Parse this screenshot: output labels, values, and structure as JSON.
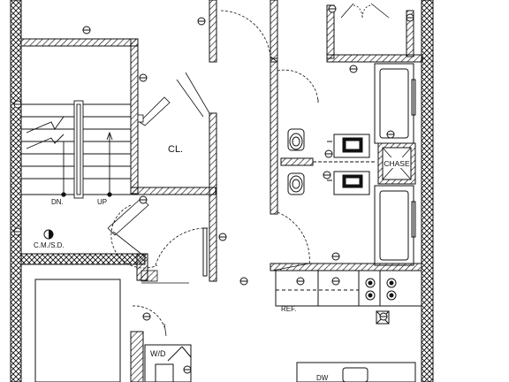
{
  "labels": {
    "closet": "CL.",
    "chase": "CHASE",
    "stair_down": "DN.",
    "stair_up": "UP",
    "detector": "C.M./S.D.",
    "refrigerator": "REF.",
    "washer_dryer": "W/D",
    "dishwasher": "DW"
  },
  "colors": {
    "line": "#111111",
    "background": "#ffffff"
  }
}
